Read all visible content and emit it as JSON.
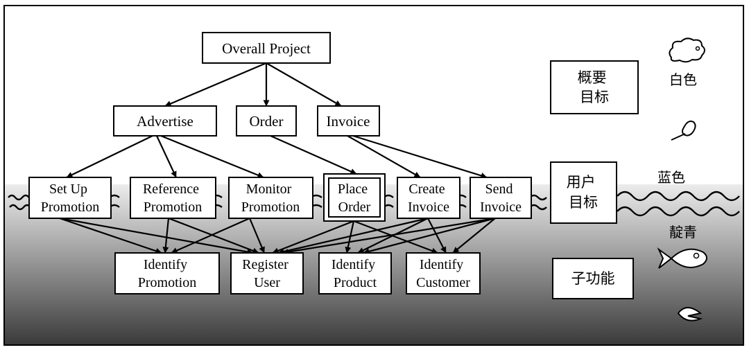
{
  "nodes": {
    "overall": [
      "Overall Project"
    ],
    "advertise": [
      "Advertise"
    ],
    "order": [
      "Order"
    ],
    "invoice": [
      "Invoice"
    ],
    "setup": [
      "Set Up",
      "Promotion"
    ],
    "reference": [
      "Reference",
      "Promotion"
    ],
    "monitor": [
      "Monitor",
      "Promotion"
    ],
    "place": [
      "Place",
      "Order"
    ],
    "create": [
      "Create",
      "Invoice"
    ],
    "send": [
      "Send",
      "Invoice"
    ],
    "idpromo": [
      "Identify",
      "Promotion"
    ],
    "register": [
      "Register",
      "User"
    ],
    "idproduct": [
      "Identify",
      "Product"
    ],
    "idcustomer": [
      "Identify",
      "Customer"
    ]
  },
  "legend": {
    "summary_goal": [
      "概要",
      "目标"
    ],
    "user_goal": [
      "用户",
      "目标"
    ],
    "subfunction": [
      "子功能"
    ],
    "white": "白色",
    "blue": "蓝色",
    "indigo": "靛青"
  },
  "edges": [
    [
      "overall",
      "advertise"
    ],
    [
      "overall",
      "order"
    ],
    [
      "overall",
      "invoice"
    ],
    [
      "advertise",
      "setup"
    ],
    [
      "advertise",
      "reference"
    ],
    [
      "advertise",
      "monitor"
    ],
    [
      "order",
      "place"
    ],
    [
      "invoice",
      "create"
    ],
    [
      "invoice",
      "send"
    ],
    [
      "setup",
      "idpromo"
    ],
    [
      "setup",
      "register"
    ],
    [
      "reference",
      "idpromo"
    ],
    [
      "reference",
      "register"
    ],
    [
      "monitor",
      "idpromo"
    ],
    [
      "monitor",
      "register"
    ],
    [
      "place",
      "register"
    ],
    [
      "place",
      "idproduct"
    ],
    [
      "place",
      "idcustomer"
    ],
    [
      "create",
      "register"
    ],
    [
      "create",
      "idproduct"
    ],
    [
      "create",
      "idcustomer"
    ],
    [
      "send",
      "register"
    ],
    [
      "send",
      "idproduct"
    ],
    [
      "send",
      "idcustomer"
    ]
  ],
  "colors": {
    "sea_top": "#ececec",
    "sea_bottom": "#3a3a3a",
    "box_fill": "#ffffff",
    "stroke": "#000000"
  },
  "icons": {
    "white": "cloud-icon",
    "blue": "kite-icon",
    "indigo": "fish-icon",
    "below": "clam-icon"
  }
}
